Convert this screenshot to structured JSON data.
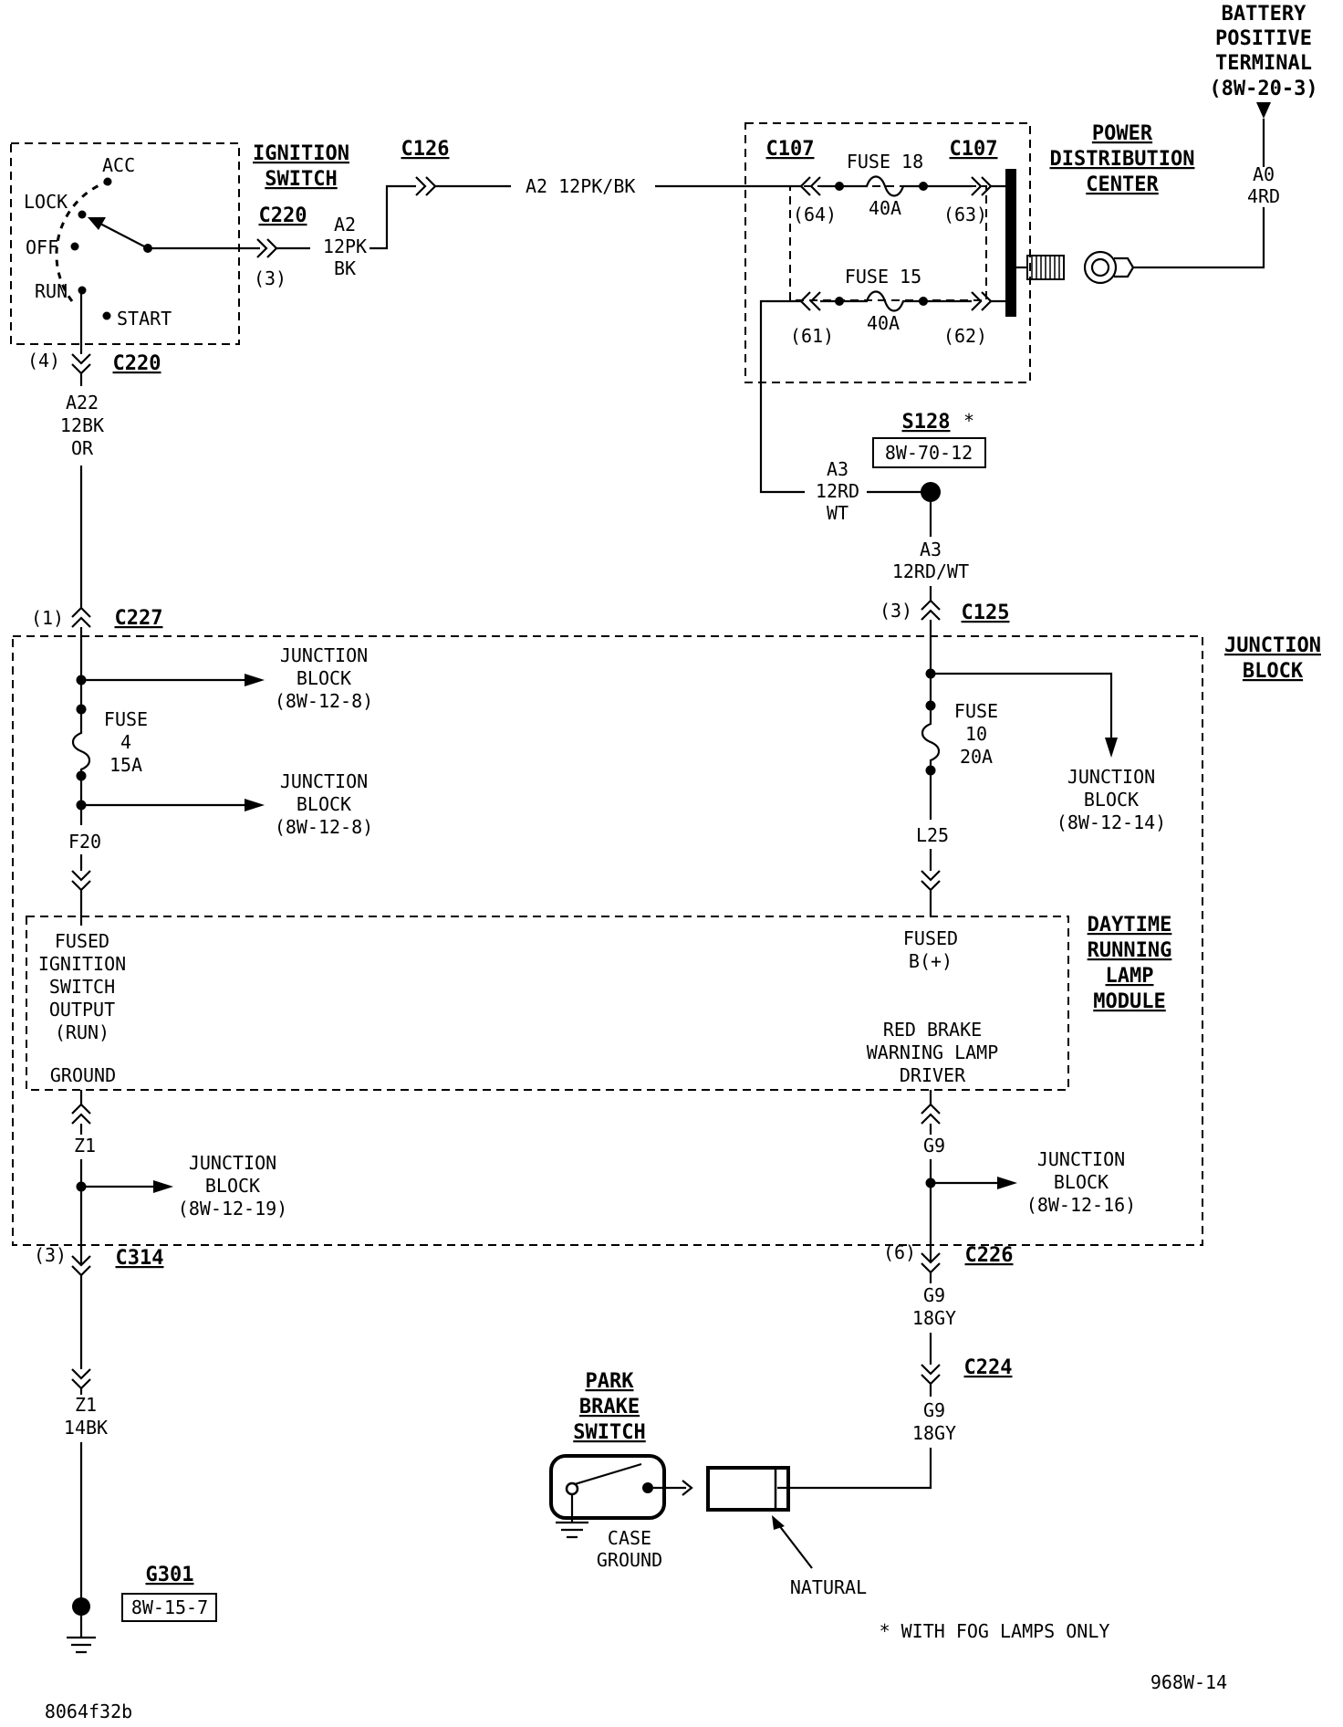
{
  "battery": {
    "line1": "BATTERY",
    "line2": "POSITIVE",
    "line3": "TERMINAL",
    "line4": "(8W-20-3)",
    "wire1": "A0",
    "wire2": "4RD"
  },
  "ignition_switch": {
    "title1": "IGNITION",
    "title2": "SWITCH",
    "pos_acc": "ACC",
    "pos_lock": "LOCK",
    "pos_off": "OFF",
    "pos_run": "RUN",
    "pos_start": "START"
  },
  "connectors": {
    "c220_top": "C220",
    "c220_top_pin": "(3)",
    "c220_bottom": "C220",
    "c220_bottom_pin": "(4)",
    "c126": "C126",
    "c107_left": "C107",
    "c107_right": "C107",
    "c227": "C227",
    "c227_pin": "(1)",
    "c125": "C125",
    "c125_pin": "(3)",
    "c314": "C314",
    "c314_pin": "(3)",
    "c226": "C226",
    "c226_pin": "(6)",
    "c224": "C224"
  },
  "wires": {
    "a2_pk": "A2 12PK/BK",
    "a2_1": "A2",
    "a2_2": "12PK",
    "a2_3": "BK",
    "a22_1": "A22",
    "a22_2": "12BK",
    "a22_3": "OR",
    "a3_1": "A3",
    "a3_2": "12RD",
    "a3_3": "WT",
    "a3b_1": "A3",
    "a3b_2": "12RD/WT",
    "f20": "F20",
    "l25": "L25",
    "z1_top": "Z1",
    "z1_1": "Z1",
    "z1_2": "14BK",
    "g9_top": "G9",
    "g9a_1": "G9",
    "g9a_2": "18GY",
    "g9b_1": "G9",
    "g9b_2": "18GY"
  },
  "pdc": {
    "title1": "POWER",
    "title2": "DISTRIBUTION",
    "title3": "CENTER",
    "fuse18": "FUSE 18",
    "fuse18_amp": "40A",
    "pin64": "(64)",
    "pin63": "(63)",
    "fuse15": "FUSE 15",
    "fuse15_amp": "40A",
    "pin61": "(61)",
    "pin62": "(62)"
  },
  "splice": {
    "name": "S128",
    "star": "*",
    "ref": "8W-70-12"
  },
  "junction_block": {
    "title1": "JUNCTION",
    "title2": "BLOCK",
    "fuse4_1": "FUSE",
    "fuse4_2": "4",
    "fuse4_3": "15A",
    "fuse10_1": "FUSE",
    "fuse10_2": "10",
    "fuse10_3": "20A",
    "jb_a1": "JUNCTION",
    "jb_a2": "BLOCK",
    "jb_a3": "(8W-12-8)",
    "jb_b1": "JUNCTION",
    "jb_b2": "BLOCK",
    "jb_b3": "(8W-12-8)",
    "jb_c1": "JUNCTION",
    "jb_c2": "BLOCK",
    "jb_c3": "(8W-12-14)",
    "jb_d1": "JUNCTION",
    "jb_d2": "BLOCK",
    "jb_d3": "(8W-12-19)",
    "jb_e1": "JUNCTION",
    "jb_e2": "BLOCK",
    "jb_e3": "(8W-12-16)"
  },
  "drl_module": {
    "title1": "DAYTIME",
    "title2": "RUNNING",
    "title3": "LAMP",
    "title4": "MODULE",
    "fi1": "FUSED",
    "fi2": "IGNITION",
    "fi3": "SWITCH",
    "fi4": "OUTPUT",
    "fi5": "(RUN)",
    "ground": "GROUND",
    "fb1": "FUSED",
    "fb2": "B(+)",
    "rb1": "RED BRAKE",
    "rb2": "WARNING LAMP",
    "rb3": "DRIVER"
  },
  "park_brake": {
    "title1": "PARK",
    "title2": "BRAKE",
    "title3": "SWITCH",
    "case1": "CASE",
    "case2": "GROUND",
    "natural": "NATURAL"
  },
  "ground": {
    "name": "G301",
    "ref": "8W-15-7"
  },
  "footnote": "* WITH FOG LAMPS ONLY",
  "page_code": "968W-14",
  "image_code": "8064f32b"
}
